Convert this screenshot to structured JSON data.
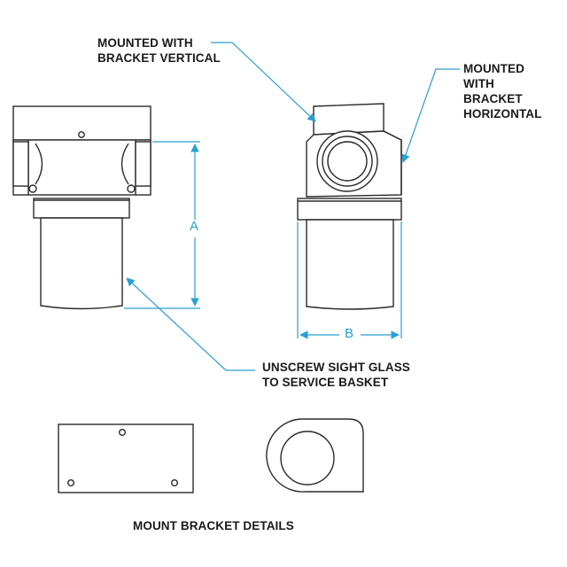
{
  "labels": {
    "mounted_vertical": "MOUNTED WITH\nBRACKET VERTICAL",
    "mounted_horizontal": "MOUNTED\nWITH\nBRACKET\nHORIZONTAL",
    "unscrew": "UNSCREW SIGHT GLASS\nTO SERVICE BASKET",
    "mount_details": "MOUNT BRACKET DETAILS"
  },
  "dimensions": {
    "a": "A",
    "b": "B"
  },
  "colors": {
    "line": "#2a2a2a",
    "leader": "#2b9fd1"
  }
}
